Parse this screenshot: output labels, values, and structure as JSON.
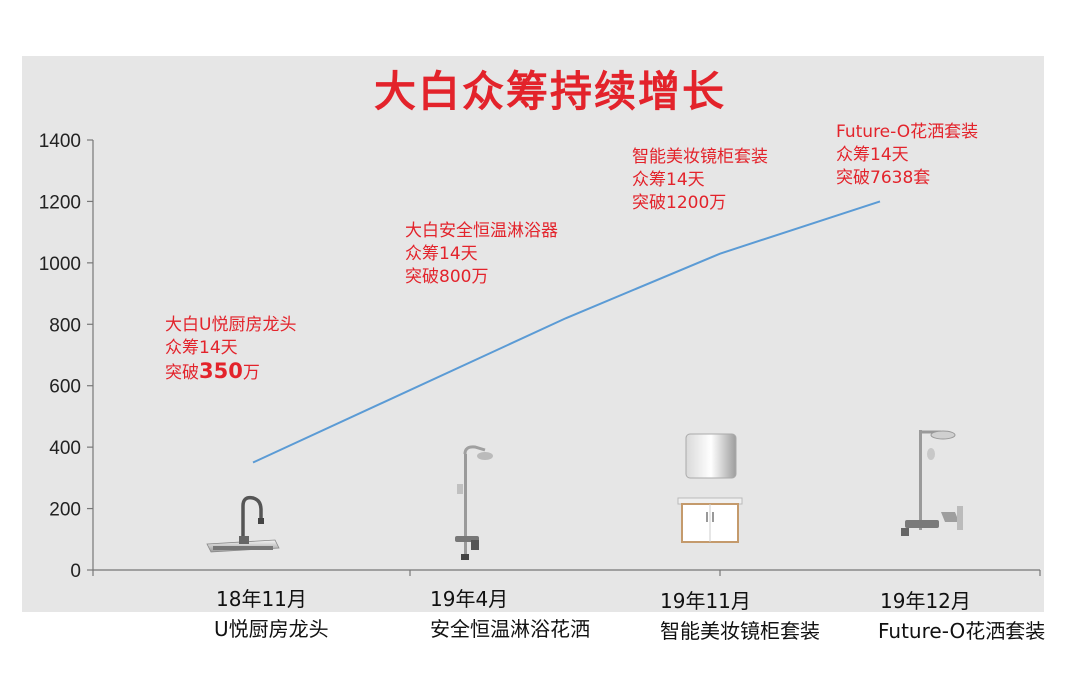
{
  "chart_data": {
    "type": "line",
    "title": "大白众筹持续增长",
    "xlabel": "",
    "ylabel": "",
    "ylim": [
      0,
      1400
    ],
    "yticks": [
      0,
      200,
      400,
      600,
      800,
      1000,
      1200,
      1400
    ],
    "grid": false,
    "categories": [
      {
        "date": "18年11月",
        "product": "U悦厨房龙头"
      },
      {
        "date": "19年4月",
        "product": "安全恒温淋浴花洒"
      },
      {
        "date": "19年11月",
        "product": "智能美妆镜柜套装"
      },
      {
        "date": "19年12月",
        "product": "Future-O花洒套装"
      }
    ],
    "series": [
      {
        "values": [
          350,
          820,
          1030,
          1200
        ],
        "color": "#5b9bd5"
      }
    ],
    "annotations": [
      {
        "lines": [
          "大白U悦厨房龙头",
          "众筹14天",
          "突破"
        ],
        "highlight": "350",
        "suffix": "万"
      },
      {
        "lines": [
          "大白安全恒温淋浴器",
          "众筹14天",
          "突破800万"
        ]
      },
      {
        "lines": [
          "智能美妆镜柜套装",
          "众筹14天",
          "突破1200万"
        ]
      },
      {
        "lines": [
          "Future-O花洒套装",
          "众筹14天",
          "突破7638套"
        ]
      }
    ],
    "annotation_color": "#e3232b"
  },
  "products": [
    "kitchen-faucet",
    "shower-set",
    "mirror-cabinet",
    "future-o-shower"
  ]
}
